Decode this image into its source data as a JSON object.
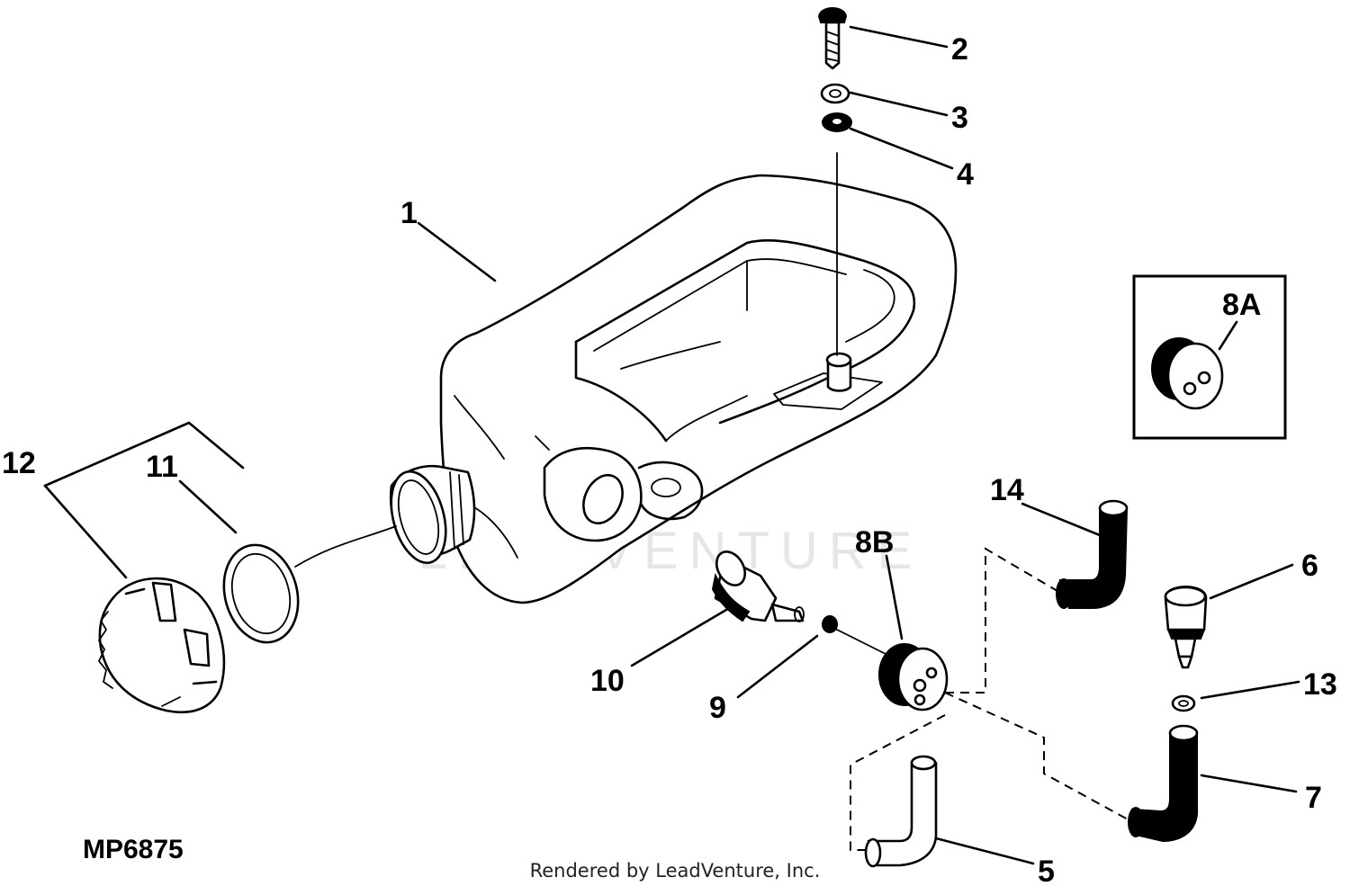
{
  "diagram": {
    "callouts": {
      "c1": "1",
      "c2": "2",
      "c3": "3",
      "c4": "4",
      "c5": "5",
      "c6": "6",
      "c7": "7",
      "c8a": "8A",
      "c8b": "8B",
      "c9": "9",
      "c10": "10",
      "c11": "11",
      "c12": "12",
      "c13": "13",
      "c14": "14"
    },
    "figure_id": "MP6875",
    "watermark": "LEADVENTURE",
    "footer": "Rendered by LeadVenture, Inc."
  },
  "colors": {
    "ink": "#000000",
    "background": "#ffffff",
    "watermark": "#e6e6e6"
  }
}
